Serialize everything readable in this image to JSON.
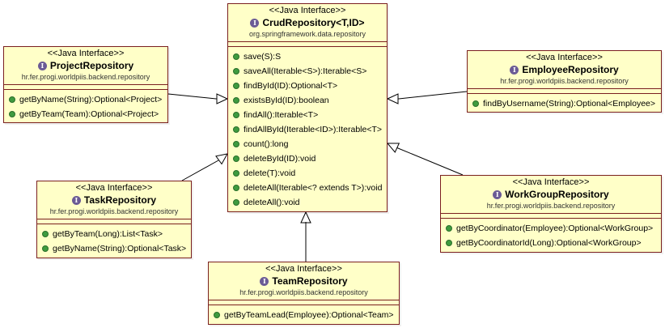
{
  "interfaces": {
    "crud": {
      "stereotype": "<<Java Interface>>",
      "name": "CrudRepository<T,ID>",
      "package": "org.springframework.data.repository",
      "methods": [
        "save(S):S",
        "saveAll(Iterable<S>):Iterable<S>",
        "findById(ID):Optional<T>",
        "existsById(ID):boolean",
        "findAll():Iterable<T>",
        "findAllById(Iterable<ID>):Iterable<T>",
        "count():long",
        "deleteById(ID):void",
        "delete(T):void",
        "deleteAll(Iterable<? extends T>):void",
        "deleteAll():void"
      ]
    },
    "project": {
      "stereotype": "<<Java Interface>>",
      "name": "ProjectRepository",
      "package": "hr.fer.progi.worldpiis.backend.repository",
      "methods": [
        "getByName(String):Optional<Project>",
        "getByTeam(Team):Optional<Project>"
      ]
    },
    "employee": {
      "stereotype": "<<Java Interface>>",
      "name": "EmployeeRepository",
      "package": "hr.fer.progi.worldpiis.backend.repository",
      "methods": [
        "findByUsername(String):Optional<Employee>"
      ]
    },
    "task": {
      "stereotype": "<<Java Interface>>",
      "name": "TaskRepository",
      "package": "hr.fer.progi.worldpiis.backend.repository",
      "methods": [
        "getByTeam(Long):List<Task>",
        "getByName(String):Optional<Task>"
      ]
    },
    "workgroup": {
      "stereotype": "<<Java Interface>>",
      "name": "WorkGroupRepository",
      "package": "hr.fer.progi.worldpiis.backend.repository",
      "methods": [
        "getByCoordinator(Employee):Optional<WorkGroup>",
        "getByCoordinatorId(Long):Optional<WorkGroup>"
      ]
    },
    "team": {
      "stereotype": "<<Java Interface>>",
      "name": "TeamRepository",
      "package": "hr.fer.progi.worldpiis.backend.repository",
      "methods": [
        "getByTeamLead(Employee):Optional<Team>"
      ]
    }
  },
  "colors": {
    "box_fill": "#ffffc8",
    "box_border": "#7a1f1f",
    "interface_icon": "#6b5b95",
    "method_icon": "#3f9b3f"
  },
  "relations": [
    {
      "from": "project",
      "to": "crud",
      "type": "generalization"
    },
    {
      "from": "employee",
      "to": "crud",
      "type": "generalization"
    },
    {
      "from": "task",
      "to": "crud",
      "type": "generalization"
    },
    {
      "from": "workgroup",
      "to": "crud",
      "type": "generalization"
    },
    {
      "from": "team",
      "to": "crud",
      "type": "generalization"
    }
  ]
}
